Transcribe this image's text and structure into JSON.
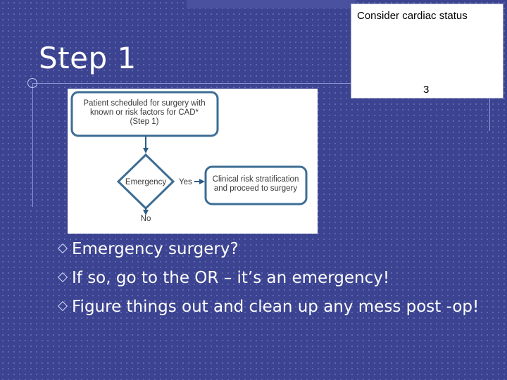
{
  "slide": {
    "title": "Step 1",
    "note_box": {
      "text": "Consider cardiac status",
      "number": "3"
    },
    "flowchart": {
      "start_box_lines": [
        "Patient scheduled for surgery with",
        "known or risk factors for CAD*",
        "(Step 1)"
      ],
      "decision": "Emergency",
      "yes_label": "Yes",
      "no_label": "No",
      "outcome_box_lines": [
        "Clinical risk stratification",
        "and proceed to surgery"
      ]
    },
    "bullets": [
      "Emergency surgery?",
      "If so, go to the OR – it’s an emergency!",
      "Figure things out and clean up any mess post -op!"
    ]
  }
}
